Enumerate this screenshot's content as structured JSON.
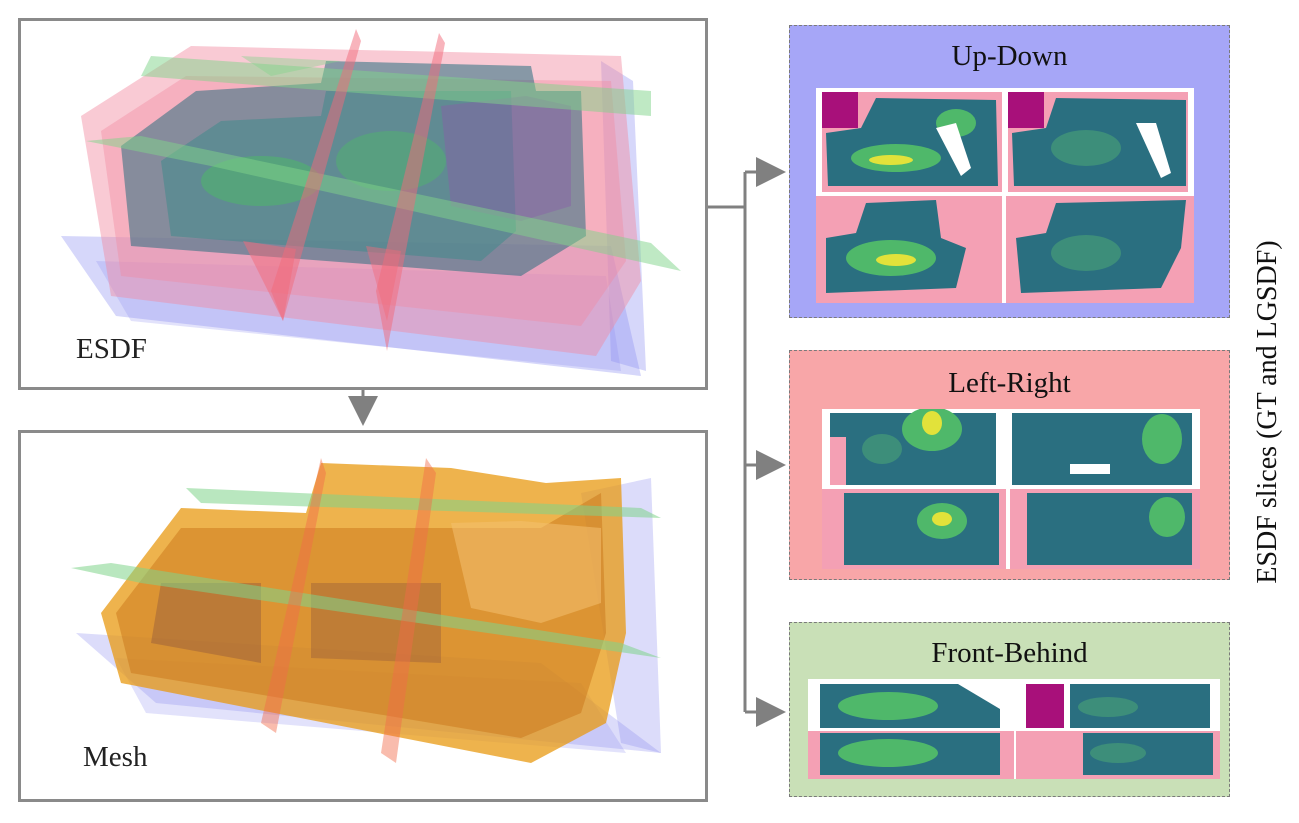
{
  "esdf_panel": {
    "label": "ESDF"
  },
  "mesh_panel": {
    "label": "Mesh"
  },
  "slices_axis_label": "ESDF slices (GT and LGSDF)",
  "slice_panels": [
    {
      "title": "Up-Down",
      "color": "#a6a6f7"
    },
    {
      "title": "Left-Right",
      "color": "#f8a6a8"
    },
    {
      "title": "Front-Behind",
      "color": "#c9e0b7"
    }
  ],
  "colors": {
    "frame_border": "#8a8a8a",
    "arrow": "#808080",
    "plane_green": "#7fd48a",
    "plane_blue": "#8a8cf0",
    "plane_pink": "#f28aa0",
    "mesh_orange": "#e89a12",
    "slice_teal": "#2a6f80",
    "slice_green": "#4fb86a",
    "slice_yellow": "#e2e23a",
    "slice_outside": "#f4a0b4",
    "slice_magenta": "#a8107a"
  }
}
